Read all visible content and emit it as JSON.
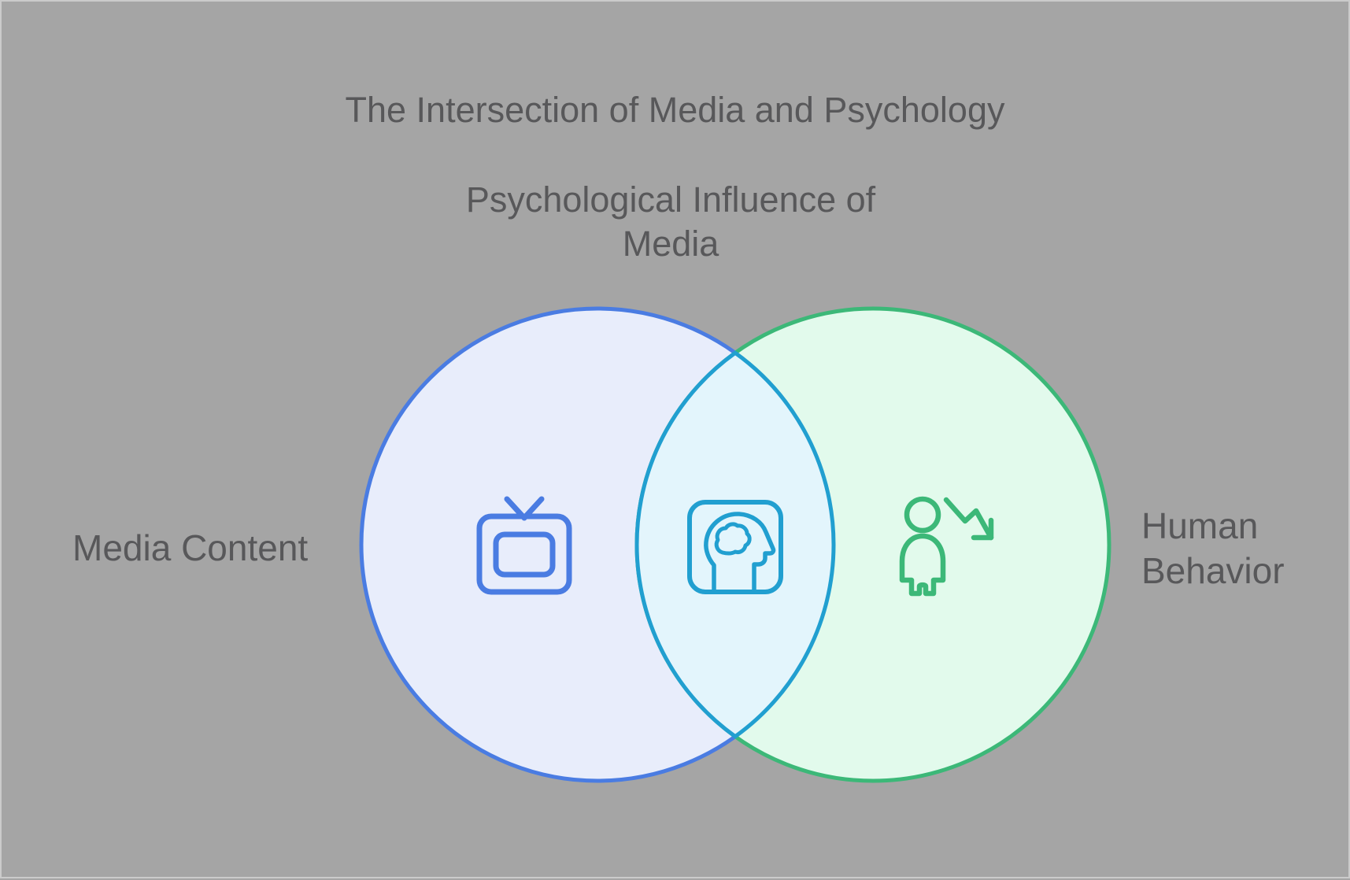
{
  "page": {
    "background_color": "#a5a5a5",
    "border_color": "#cbcbcb",
    "text_color": "#58585a"
  },
  "title": "The Intersection of Media and Psychology",
  "venn": {
    "type": "venn-2-circle",
    "intersection_label": "Psychological Influence of Media",
    "left": {
      "label": "Media Content",
      "icon": "tv-icon",
      "stroke_color": "#4a7ce2",
      "fill_color": "#e8edfb"
    },
    "right": {
      "label": "Human Behavior",
      "icon": "person-trend-down-icon",
      "stroke_color": "#3cb878",
      "fill_color": "#e2faec"
    },
    "overlap": {
      "icon": "head-brain-icon",
      "stroke_color": "#219fd0",
      "fill_color": "#e3f5fc"
    }
  }
}
